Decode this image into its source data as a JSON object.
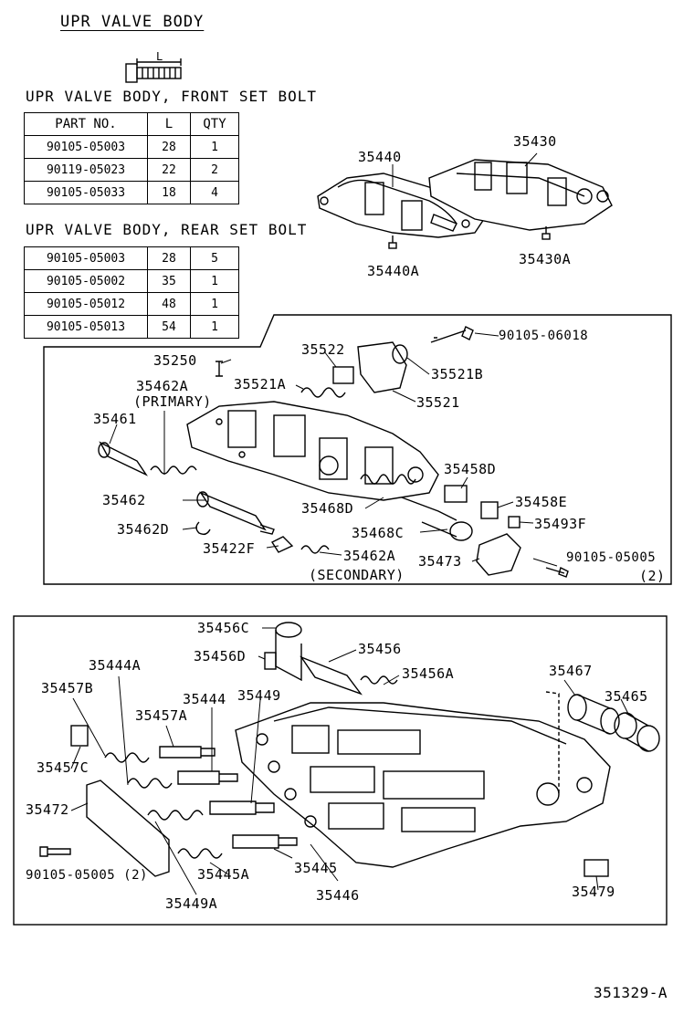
{
  "title": "UPR VALVE BODY",
  "bolt_icon_label": "L",
  "front_bolt": {
    "heading": "UPR VALVE BODY, FRONT SET BOLT",
    "columns": [
      "PART NO.",
      "L",
      "QTY"
    ],
    "rows": [
      [
        "90105-05003",
        "28",
        "1"
      ],
      [
        "90119-05023",
        "22",
        "2"
      ],
      [
        "90105-05033",
        "18",
        "4"
      ]
    ]
  },
  "rear_bolt": {
    "heading": "UPR VALVE BODY, REAR SET BOLT",
    "rows": [
      [
        "90105-05003",
        "28",
        "5"
      ],
      [
        "90105-05002",
        "35",
        "1"
      ],
      [
        "90105-05012",
        "48",
        "1"
      ],
      [
        "90105-05013",
        "54",
        "1"
      ]
    ]
  },
  "top_labels": {
    "p35440": "35440",
    "p35430": "35430",
    "p35440A": "35440A",
    "p35430A": "35430A"
  },
  "mid_labels": {
    "p90105_06018": "90105-06018",
    "p35522": "35522",
    "p35250": "35250",
    "p35521A": "35521A",
    "p35521B": "35521B",
    "p35521": "35521",
    "p35462A": "35462A",
    "primary": "(PRIMARY)",
    "p35461": "35461",
    "p35458D": "35458D",
    "p35462": "35462",
    "p35468D": "35468D",
    "p35458E": "35458E",
    "p35493F": "35493F",
    "p35462D": "35462D",
    "p35468C": "35468C",
    "p35422F": "35422F",
    "p35462A_2": "35462A",
    "p35473": "35473",
    "p90105_05005": "90105-05005",
    "qty2": "(2)",
    "secondary": "(SECONDARY)"
  },
  "low_labels": {
    "p35456C": "35456C",
    "p35456": "35456",
    "p35456D": "35456D",
    "p35456A": "35456A",
    "p35444A": "35444A",
    "p35467": "35467",
    "p35457B": "35457B",
    "p35444": "35444",
    "p35449": "35449",
    "p35465": "35465",
    "p35457A": "35457A",
    "p35457C": "35457C",
    "p35472": "35472",
    "p90105_05005": "90105-05005 (2)",
    "p35445": "35445",
    "p35445A": "35445A",
    "p35446": "35446",
    "p35449A": "35449A",
    "p35479": "35479"
  },
  "figure_id": "351329-A"
}
